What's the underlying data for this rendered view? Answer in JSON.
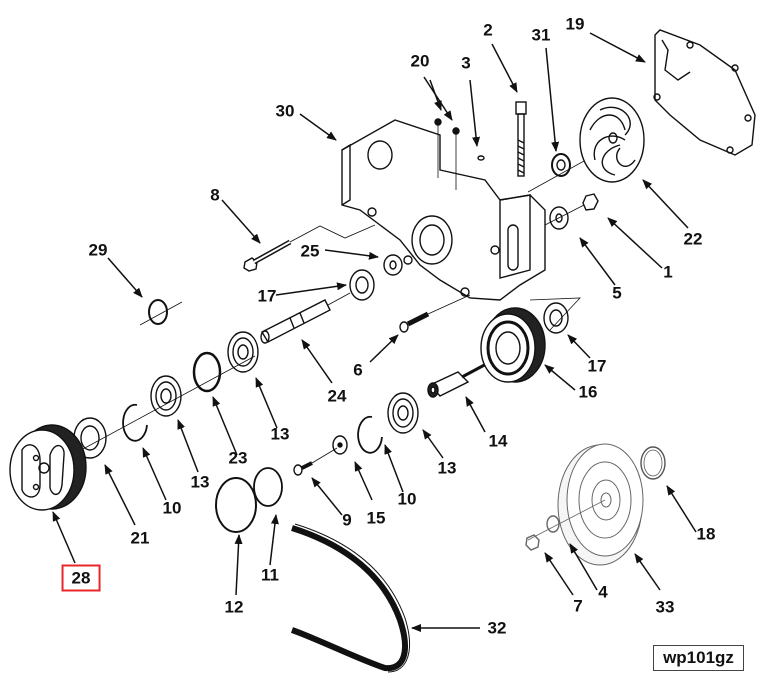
{
  "figure_id": "wp101gz",
  "highlighted_callout": "28",
  "highlight_color": "#e8262b",
  "callouts": [
    {
      "id": "1",
      "part": "nut"
    },
    {
      "id": "2",
      "part": "bolt"
    },
    {
      "id": "3",
      "part": "pin"
    },
    {
      "id": "4",
      "part": "washer"
    },
    {
      "id": "5",
      "part": "washer"
    },
    {
      "id": "6",
      "part": "fitting"
    },
    {
      "id": "7",
      "part": "nut"
    },
    {
      "id": "8",
      "part": "bolt"
    },
    {
      "id": "9",
      "part": "screw"
    },
    {
      "id": "10",
      "part": "snap-ring"
    },
    {
      "id": "10b",
      "label": "10",
      "part": "snap-ring"
    },
    {
      "id": "11",
      "part": "o-ring"
    },
    {
      "id": "12",
      "part": "o-ring"
    },
    {
      "id": "13",
      "part": "bearing"
    },
    {
      "id": "13b",
      "label": "13",
      "part": "bearing"
    },
    {
      "id": "13c",
      "label": "13",
      "part": "bearing"
    },
    {
      "id": "14",
      "part": "shaft"
    },
    {
      "id": "15",
      "part": "washer"
    },
    {
      "id": "16",
      "part": "pulley"
    },
    {
      "id": "17",
      "part": "seal"
    },
    {
      "id": "17b",
      "label": "17",
      "part": "seal"
    },
    {
      "id": "18",
      "part": "ring"
    },
    {
      "id": "19",
      "part": "gasket"
    },
    {
      "id": "20",
      "part": "plugs"
    },
    {
      "id": "21",
      "part": "spacer"
    },
    {
      "id": "22",
      "part": "impeller"
    },
    {
      "id": "23",
      "part": "ring"
    },
    {
      "id": "24",
      "part": "shaft"
    },
    {
      "id": "25",
      "part": "washer"
    },
    {
      "id": "28",
      "part": "pulley"
    },
    {
      "id": "29",
      "part": "bushing"
    },
    {
      "id": "30",
      "part": "housing"
    },
    {
      "id": "31",
      "part": "seal"
    },
    {
      "id": "32",
      "part": "belt"
    },
    {
      "id": "33",
      "part": "pulley"
    }
  ],
  "labels": {
    "c1": "1",
    "c2": "2",
    "c3": "3",
    "c4": "4",
    "c5": "5",
    "c6": "6",
    "c7": "7",
    "c8": "8",
    "c9": "9",
    "c10a": "10",
    "c10b": "10",
    "c11": "11",
    "c12": "12",
    "c13a": "13",
    "c13b": "13",
    "c13c": "13",
    "c14": "14",
    "c15": "15",
    "c16": "16",
    "c17a": "17",
    "c17b": "17",
    "c18": "18",
    "c19": "19",
    "c20": "20",
    "c21": "21",
    "c22": "22",
    "c23": "23",
    "c24": "24",
    "c25": "25",
    "c28": "28",
    "c29": "29",
    "c30": "30",
    "c31": "31",
    "c32": "32",
    "c33": "33"
  }
}
